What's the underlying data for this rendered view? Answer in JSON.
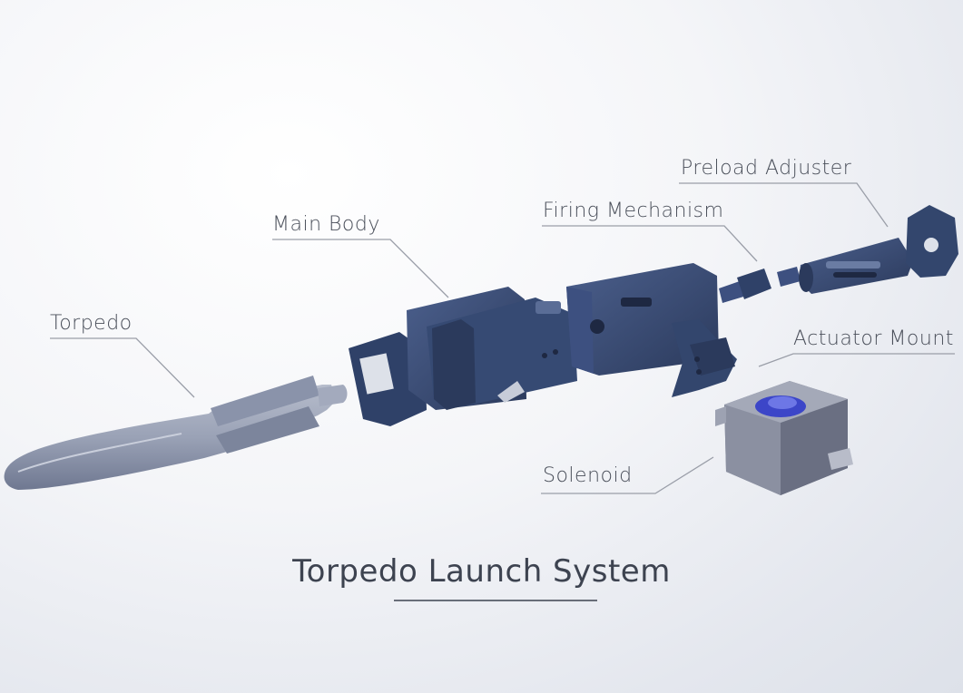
{
  "title": "Torpedo Launch System",
  "labels": {
    "torpedo": "Torpedo",
    "main_body": "Main Body",
    "firing_mechanism": "Firing Mechanism",
    "preload_adjuster": "Preload Adjuster",
    "actuator_mount": "Actuator Mount",
    "solenoid": "Solenoid"
  },
  "colors": {
    "part_blue": "#33466d",
    "part_blue_light": "#4a5f8a",
    "torpedo_body": "#8e97ad",
    "solenoid_body": "#7d8294",
    "coil": "#3c46c8",
    "callout_line": "#9a9ea8",
    "text": "#4a4f5a"
  }
}
